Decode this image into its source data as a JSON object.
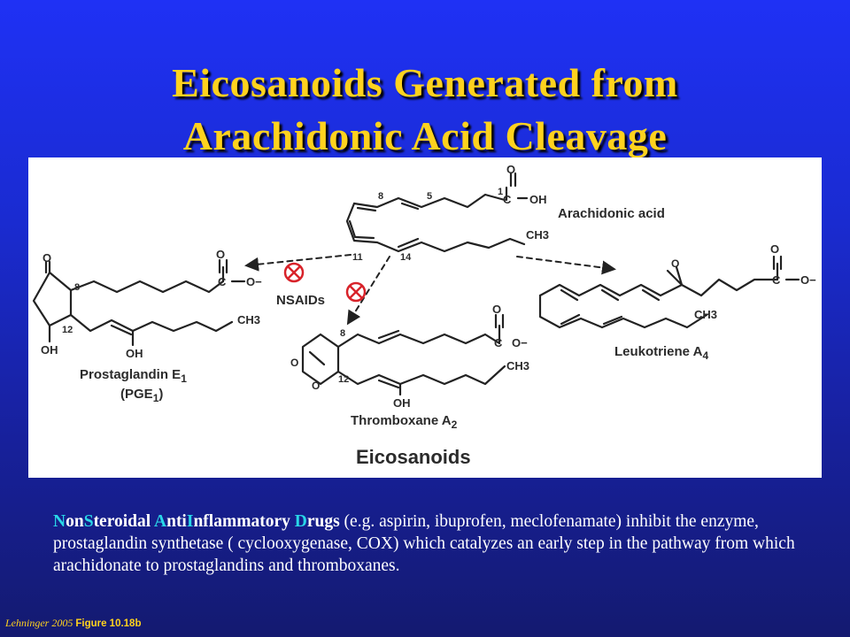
{
  "slide": {
    "title_line1": "Eicosanoids Generated from",
    "title_line2": "Arachidonic Acid Cleavage"
  },
  "figure": {
    "arachidonic_acid": "Arachidonic acid",
    "carbons": {
      "c1": "1",
      "c5": "5",
      "c8": "8",
      "c11": "11",
      "c14": "14",
      "c12": "12"
    },
    "groups": {
      "oh": "OH",
      "o": "O",
      "ch3": "CH3",
      "c": "C",
      "o_minus": "O−"
    },
    "inhibitor": "NSAIDs",
    "pge1_name": "Prostaglandin E",
    "pge1_sub": "1",
    "pge1_abbrev_open": "(PGE",
    "pge1_abbrev_sub": "1",
    "pge1_abbrev_close": ")",
    "txa2_name": "Thromboxane A",
    "txa2_sub": "2",
    "lta4_name": "Leukotriene  A",
    "lta4_sub": "4",
    "panel_title": "Eicosanoids"
  },
  "caption": {
    "n1": "N",
    "n1r": "on",
    "s1": "S",
    "s1r": "teroidal ",
    "a1": "A",
    "a1r": "nti",
    "i1": "I",
    "i1r": "nflammatory ",
    "d1": "D",
    "d1r": "rugs",
    "rest": " (e.g. aspirin, ibuprofen, meclofenamate) inhibit the enzyme, prostaglandin synthetase ( cyclooxygenase, COX) which catalyzes an early step in the pathway from which arachidonate to prostaglandins and thromboxanes."
  },
  "credit": {
    "source": "Lehninger  2005",
    "figure": "Figure 10.18b"
  },
  "colors": {
    "background": "#1f31f5",
    "title": "#ffd21e",
    "abbrev_highlight": "#29d7e8",
    "inhibitor_red": "#d8232a"
  }
}
